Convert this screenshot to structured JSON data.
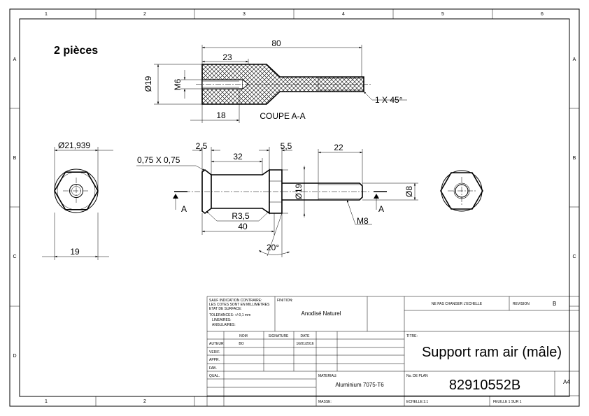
{
  "zones": {
    "top": [
      "1",
      "2",
      "3",
      "4",
      "5",
      "6"
    ],
    "bottom": [
      "1",
      "2"
    ],
    "rows": [
      "A",
      "B",
      "C",
      "D"
    ]
  },
  "note": "2 pièces",
  "section": {
    "title": "COUPE A-A",
    "dims": {
      "overall": "80",
      "head_length": "23",
      "bore_depth": "18",
      "outer_dia": "Ø19",
      "thread": "M6",
      "chamfer": "1 X 45°"
    }
  },
  "side_view": {
    "dims": {
      "across_corners": "Ø21,939",
      "across_flats": "19"
    }
  },
  "main_view": {
    "dims": {
      "head_gap": "2,5",
      "chamfer": "0,75 X 0,75",
      "shank_length": "32",
      "hex_width": "5,5",
      "thread_length": "22",
      "radius": "R3,5",
      "length_40": "40",
      "hex_dia": "Ø19",
      "thread_dia": "Ø8",
      "thread": "M8",
      "angle": "20°",
      "section_mark": "A"
    }
  },
  "title_block": {
    "sauf_lines": [
      "SAUF INDICATION CONTRAIRE:",
      "LES COTES SONT EN MILLIMETRES",
      "ETAT DE SURFACE:",
      "TOLERANCES: +/-0,1 mm",
      "LINEAIRES:",
      "ANGULAIRES:"
    ],
    "finition_label": "FINITION:",
    "finition_value": "Anodisé Naturel",
    "ne_pas_changer": "NE PAS CHANGER L'ECHELLE",
    "revision_label": "REVISION",
    "revision_value": "B",
    "headers": {
      "nom": "NOM",
      "signature": "SIGNATURE",
      "date": "DATE"
    },
    "roles": [
      "AUTEUR",
      "VERIF.",
      "APPR.",
      "FAB.",
      "QUAL."
    ],
    "author_name": "BO",
    "author_date": "16/01/2016",
    "titre_label": "TITRE:",
    "title": "Support ram air (mâle)",
    "materiau_label": "MATERIAU:",
    "materiau_value": "Aluminium 7075-T6",
    "no_plan_label": "No. DE PLAN",
    "no_plan_value": "82910552B",
    "format": "A4",
    "masse_label": "MASSE:",
    "echelle_label": "ECHELLE:1:1",
    "feuille_label": "FEUILLE 1 SUR 1"
  }
}
